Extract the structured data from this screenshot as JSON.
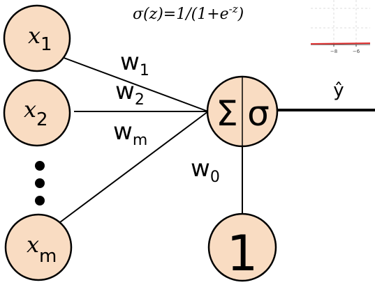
{
  "formula": {
    "prefix": "σ(z)=1/(1+e",
    "exponent": "-z",
    "suffix": ")"
  },
  "inputs": [
    {
      "base": "x",
      "sub": "1"
    },
    {
      "base": "x",
      "sub": "2"
    },
    {
      "base": "x",
      "sub": "m"
    }
  ],
  "weights": [
    {
      "base": "w",
      "sub": "1"
    },
    {
      "base": "w",
      "sub": "2"
    },
    {
      "base": "w",
      "sub": "m"
    },
    {
      "base": "w",
      "sub": "0"
    }
  ],
  "neuron": {
    "sum": "Σ",
    "activation": "σ"
  },
  "bias": "1",
  "output": "ŷ",
  "inset": {
    "tick_labels": [
      "−8",
      "−6"
    ],
    "curve_color": "#e03030"
  }
}
